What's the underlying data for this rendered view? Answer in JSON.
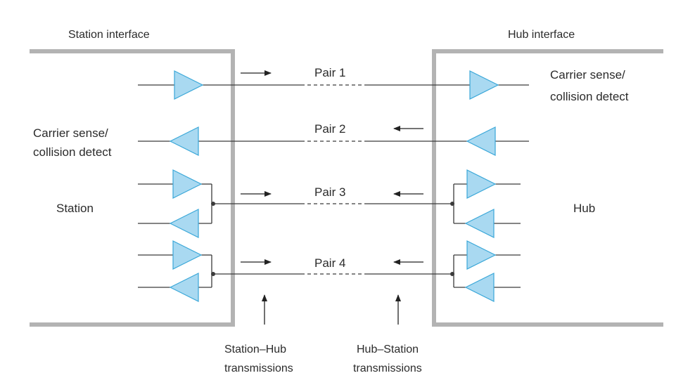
{
  "labels": {
    "station_interface": "Station interface",
    "hub_interface": "Hub interface",
    "carrier_right_1": "Carrier sense/",
    "carrier_right_2": "collision detect",
    "carrier_left_1": "Carrier sense/",
    "carrier_left_2": "collision detect",
    "station": "Station",
    "hub": "Hub",
    "pair1": "Pair 1",
    "pair2": "Pair 2",
    "pair3": "Pair 3",
    "pair4": "Pair 4",
    "station_hub_1": "Station–Hub",
    "station_hub_2": "transmissions",
    "hub_station_1": "Hub–Station",
    "hub_station_2": "transmissions"
  },
  "colors": {
    "interface_box": "#b3b3b3",
    "buffer_fill": "#a9d9f1",
    "buffer_stroke": "#3aa7d8",
    "wire": "#3a3a3a",
    "text": "#2b2b2b"
  }
}
